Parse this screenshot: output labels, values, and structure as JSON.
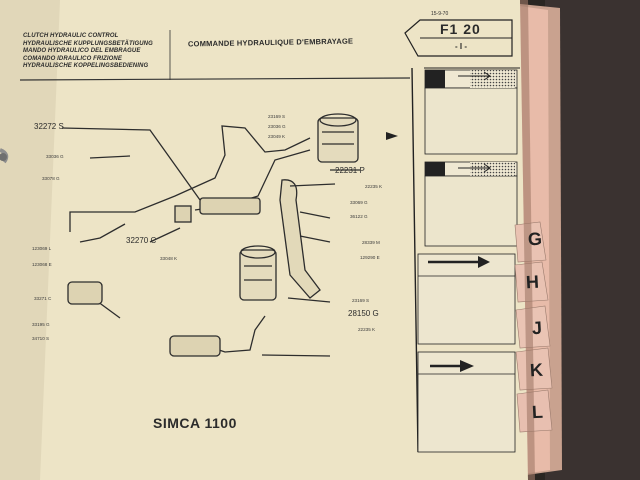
{
  "header": {
    "title_lines": [
      "CLUTCH HYDRAULIC CONTROL",
      "HYDRAULISCHE KUPPLUNGSBETÄTIGUNG",
      "MANDO HYDRAULICO DEL EMBRAGUE",
      "COMANDO IDRAULICO FRIZIONE",
      "HYDRAULISCHE KOPPELINGSBEDIENING"
    ],
    "main_title": "COMMANDE HYDRAULIQUE D'EMBRAYAGE",
    "date": "15-9-70",
    "section_code": "F1 20",
    "page_marker": "- I -"
  },
  "diagram": {
    "part_numbers_large": [
      "32272 S",
      "22231 P",
      "32270 C",
      "28150 G"
    ],
    "part_numbers_small": [
      "23169 S",
      "23036 G",
      "23049 K",
      "33036 G",
      "33078 G",
      "123069 L",
      "123068 E",
      "33271 C",
      "33195 G",
      "34710 S",
      "22235 K",
      "33069 G",
      "36122 G",
      "28339 M",
      "129290 E",
      "23169 S",
      "22235 K",
      "33048 K"
    ]
  },
  "footer": {
    "model": "SIMCA 1100"
  },
  "index_tabs": {
    "letters": [
      "G",
      "H",
      "J",
      "K",
      "L"
    ]
  },
  "colors": {
    "paper": "#ede4c6",
    "page_edge": "#e6b7a8",
    "background": "#2a2622"
  }
}
